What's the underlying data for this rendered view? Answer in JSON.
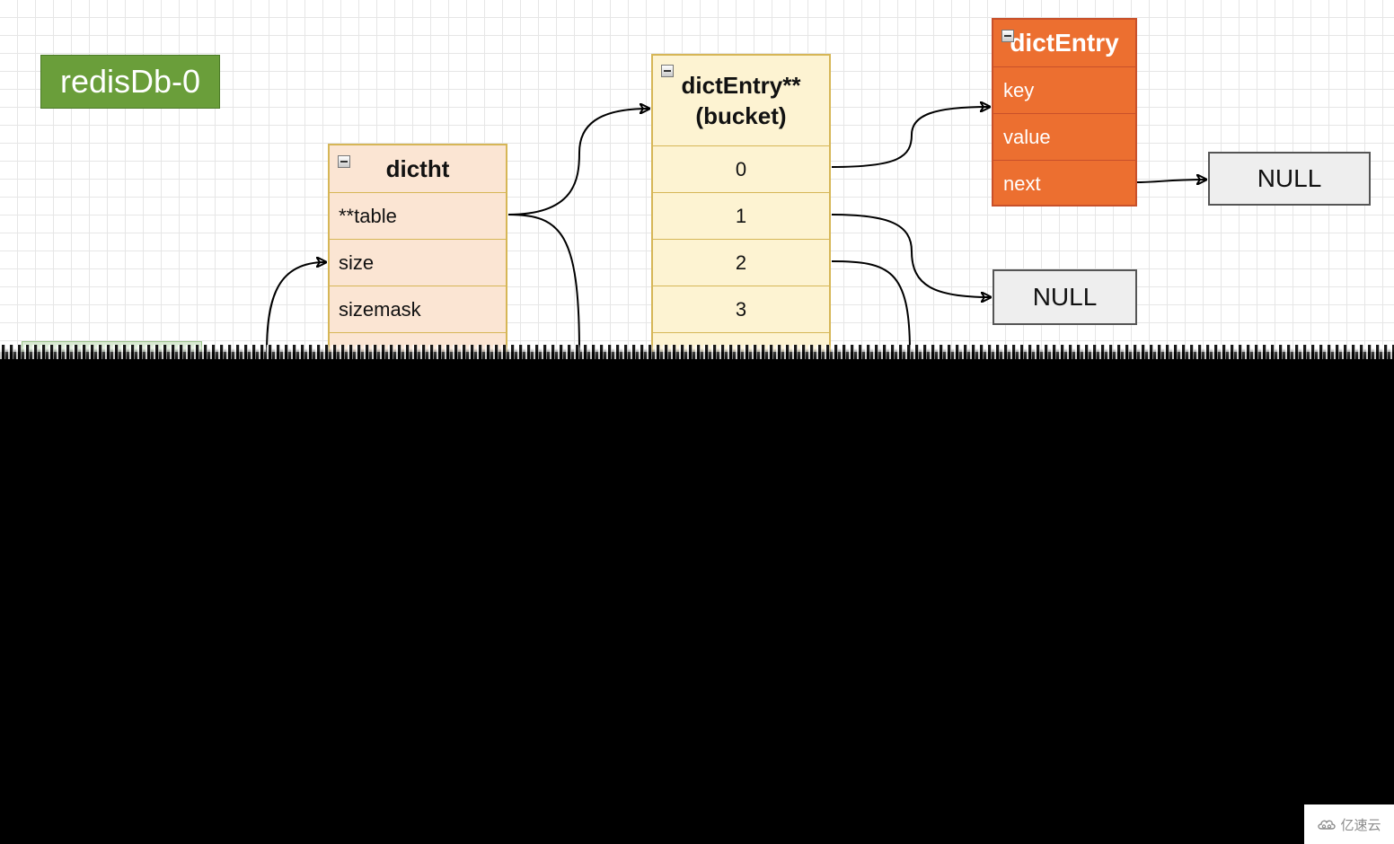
{
  "db_label": "redisDb-0",
  "dictht": {
    "title": "dictht",
    "fields": [
      "**table",
      "size",
      "sizemask"
    ]
  },
  "bucket": {
    "title_line1": "dictEntry**",
    "title_line2": "(bucket)",
    "indices": [
      "0",
      "1",
      "2",
      "3"
    ]
  },
  "dict_entry": {
    "title": "dictEntry",
    "fields": [
      "key",
      "value",
      "next"
    ]
  },
  "null_boxes": [
    "NULL",
    "NULL"
  ],
  "watermark": "亿速云",
  "colors": {
    "db_green": "#6a9e3a",
    "dictht_fill": "#fbe5d3",
    "bucket_fill": "#fdf3d2",
    "entry_orange": "#ec6f30",
    "null_fill": "#eeeeee",
    "table_border": "#d6b656"
  }
}
